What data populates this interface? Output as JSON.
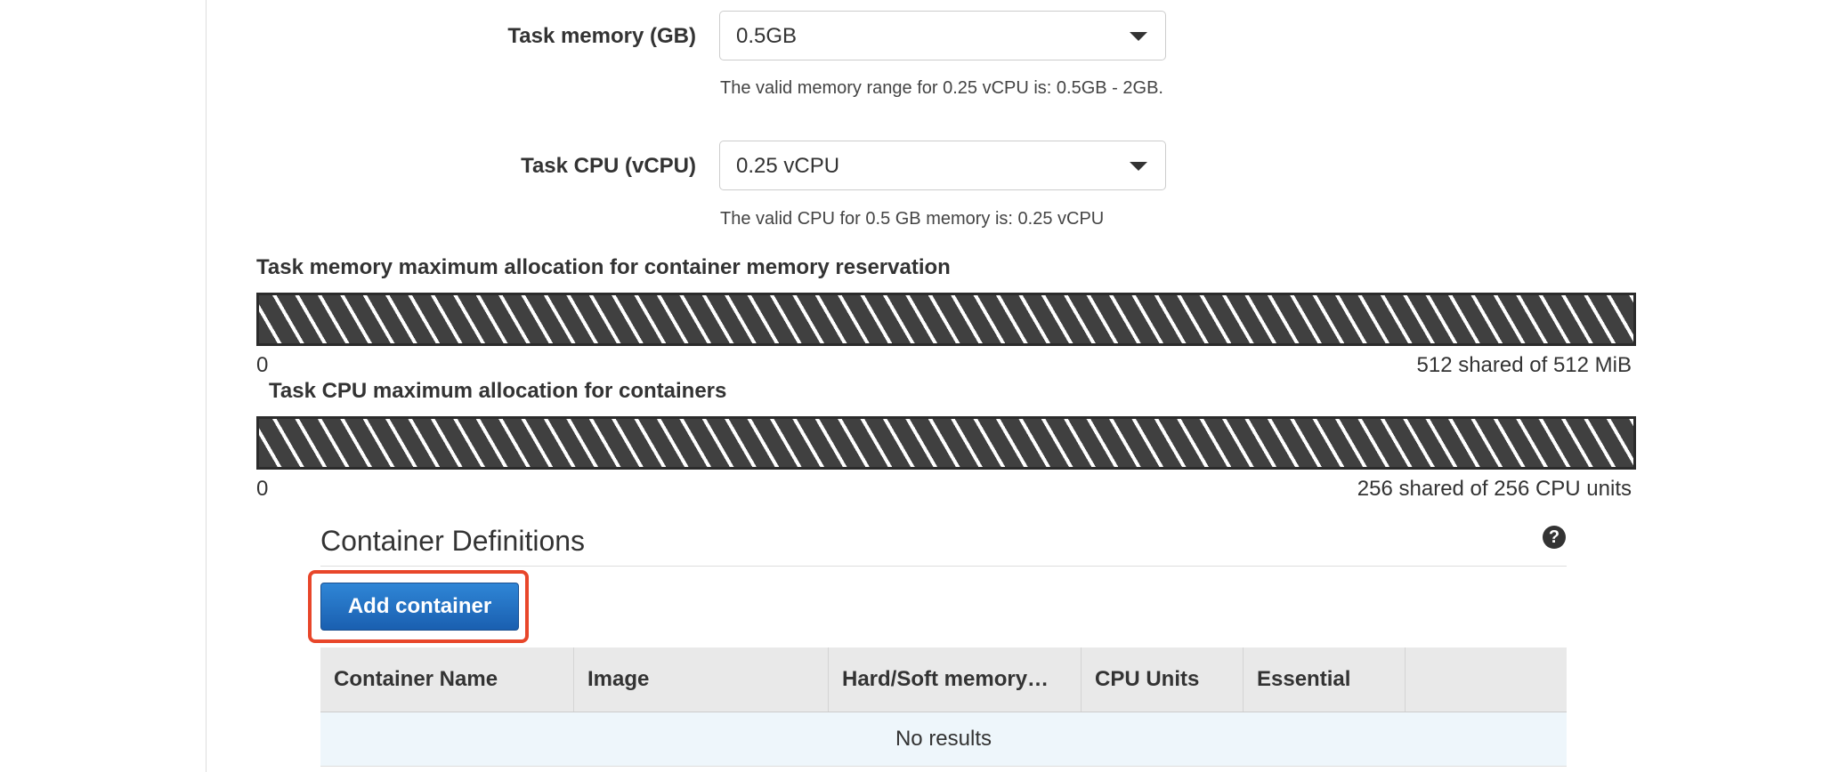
{
  "form": {
    "task_memory": {
      "label": "Task memory (GB)",
      "value": "0.5GB",
      "hint": "The valid memory range for 0.25 vCPU is: 0.5GB - 2GB."
    },
    "task_cpu": {
      "label": "Task CPU (vCPU)",
      "value": "0.25 vCPU",
      "hint": "The valid CPU for 0.5 GB memory is: 0.25 vCPU"
    }
  },
  "allocations": {
    "memory": {
      "title": "Task memory maximum allocation for container memory reservation",
      "min_label": "0",
      "max_label": "512 shared of 512 MiB",
      "fill_fraction": 1.0
    },
    "cpu": {
      "title": "Task CPU maximum allocation for containers",
      "min_label": "0",
      "max_label": "256 shared of 256 CPU units",
      "fill_fraction": 1.0
    }
  },
  "container_definitions": {
    "title": "Container Definitions",
    "help_icon": "question-circle-icon",
    "help_glyph": "?",
    "add_button_label": "Add container",
    "highlight_color": "#e8462a",
    "columns": [
      "Container Name",
      "Image",
      "Hard/Soft memory…",
      "CPU Units",
      "Essential",
      ""
    ],
    "empty_text": "No results"
  },
  "colors": {
    "primary_button": "#1a6cc4",
    "bar_stripe": "#404040"
  }
}
